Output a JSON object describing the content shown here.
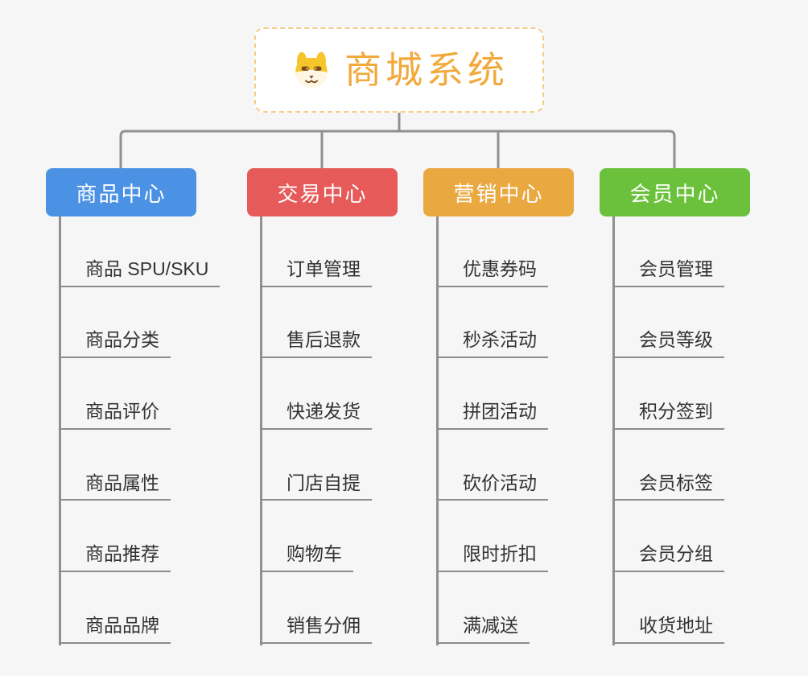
{
  "root": {
    "title": "商城系统",
    "title_color": "#F2A93C",
    "border_color": "#F7CB85",
    "icon": "shiba-dog-icon"
  },
  "branches": [
    {
      "label": "商品中心",
      "color": "#4B92E5",
      "children": [
        "商品 SPU/SKU",
        "商品分类",
        "商品评价",
        "商品属性",
        "商品推荐",
        "商品品牌"
      ]
    },
    {
      "label": "交易中心",
      "color": "#E65A5A",
      "children": [
        "订单管理",
        "售后退款",
        "快递发货",
        "门店自提",
        "购物车",
        "销售分佣"
      ]
    },
    {
      "label": "营销中心",
      "color": "#EAA840",
      "children": [
        "优惠券码",
        "秒杀活动",
        "拼团活动",
        "砍价活动",
        "限时折扣",
        "满减送"
      ]
    },
    {
      "label": "会员中心",
      "color": "#6CC13C",
      "children": [
        "会员管理",
        "会员等级",
        "积分签到",
        "会员标签",
        "会员分组",
        "收货地址"
      ]
    }
  ],
  "style": {
    "background": "#F6F6F6",
    "connector_color": "#909090",
    "underline_color": "#8C8C8C",
    "child_text_color": "#333333"
  }
}
